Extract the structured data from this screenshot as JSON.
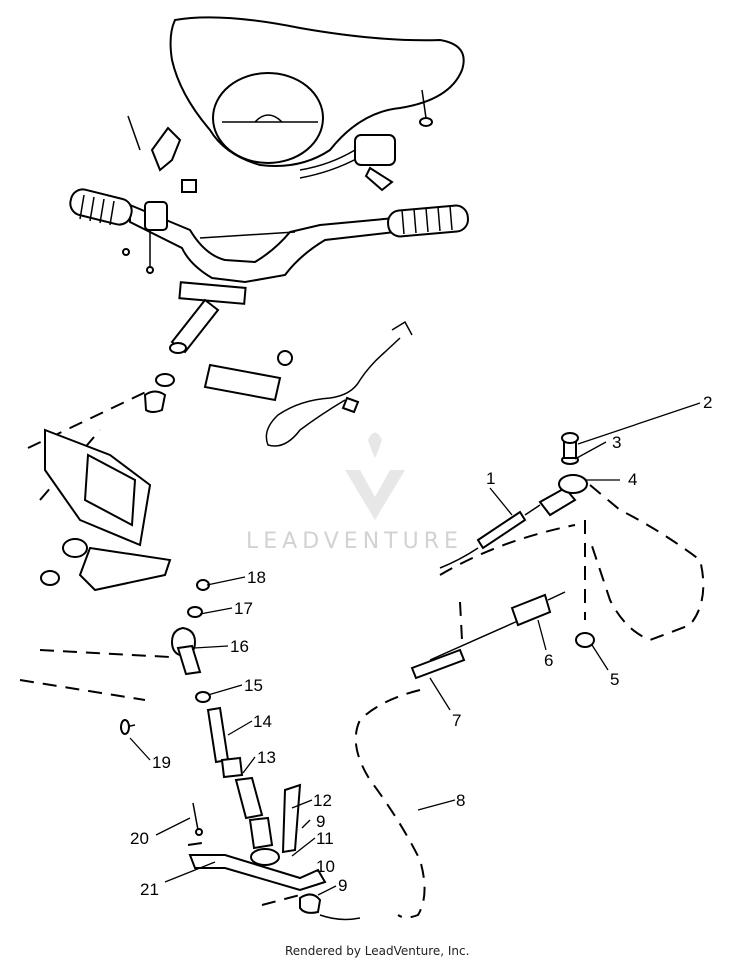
{
  "diagram": {
    "callouts": [
      {
        "label": "1"
      },
      {
        "label": "2"
      },
      {
        "label": "3"
      },
      {
        "label": "4"
      },
      {
        "label": "5"
      },
      {
        "label": "6"
      },
      {
        "label": "7"
      },
      {
        "label": "8"
      },
      {
        "label": "9"
      },
      {
        "label": "9"
      },
      {
        "label": "10"
      },
      {
        "label": "11"
      },
      {
        "label": "12"
      },
      {
        "label": "13"
      },
      {
        "label": "14"
      },
      {
        "label": "15"
      },
      {
        "label": "16"
      },
      {
        "label": "17"
      },
      {
        "label": "18"
      },
      {
        "label": "19"
      },
      {
        "label": "20"
      },
      {
        "label": "21"
      }
    ]
  },
  "watermark": {
    "text": "LEADVENTURE",
    "color": "#d2d2d2"
  },
  "footer": {
    "text": "Rendered by LeadVenture, Inc."
  }
}
